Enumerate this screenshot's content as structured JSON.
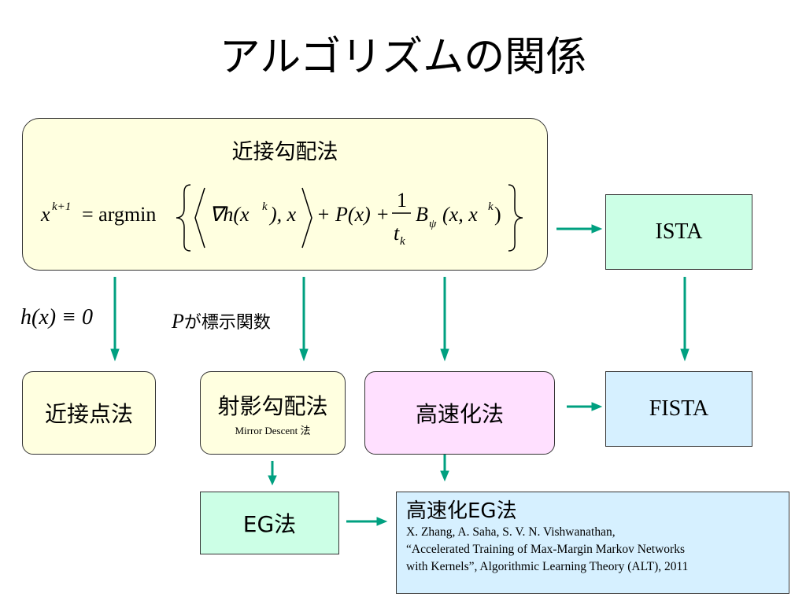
{
  "title": "アルゴリズムの関係",
  "nodes": {
    "proximal_gradient": {
      "label": "近接勾配法",
      "formula": {
        "lhs": "x",
        "lhs_sup": "k+1",
        "eq_op": "= argmin",
        "grad": "∇h(x",
        "grad_sup": "k",
        "grad_tail": "), x",
        "plus_p": "+ P(x) +",
        "frac_num": "1",
        "frac_den": "t",
        "frac_den_sub": "k",
        "bregman": "B",
        "bregman_sub": "ψ",
        "bregman_args": "(x, x",
        "bregman_sup": "k",
        "bregman_close": ")"
      }
    },
    "ista": {
      "label": "ISTA"
    },
    "proximal_point": {
      "label": "近接点法"
    },
    "projected_gradient": {
      "label": "射影勾配法",
      "sublabel": "Mirror Descent 法"
    },
    "accelerated": {
      "label": "高速化法"
    },
    "fista": {
      "label": "FISTA"
    },
    "eg": {
      "label": "EG法"
    },
    "accelerated_eg": {
      "label": "高速化EG法",
      "ref_line1": "X. Zhang, A. Saha, S. V. N. Vishwanathan,",
      "ref_line2": "“Accelerated Training of Max-Margin Markov Networks",
      "ref_line3": "with Kernels”, Algorithmic Learning Theory (ALT), 2011"
    }
  },
  "edge_labels": {
    "h_zero": "h(x) ≡ 0",
    "p_indicator_p": "P",
    "p_indicator_rest": "が標示関数"
  },
  "colors": {
    "yellow": "#ffffe0",
    "green": "#ccffe6",
    "blue": "#d6f0ff",
    "pink": "#ffe0ff",
    "arrow": "#00a080"
  }
}
